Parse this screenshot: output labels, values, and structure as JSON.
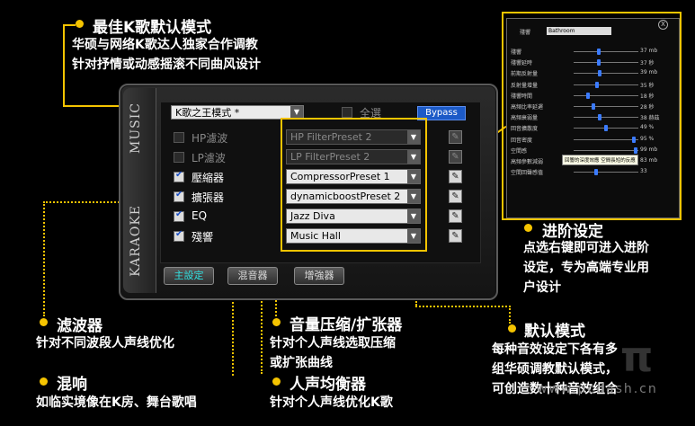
{
  "callouts": {
    "best_mode": {
      "title": "最佳K歌默认模式",
      "desc1": "华硕与网络K歌达人独家合作调教",
      "desc2": "针对抒情或动感摇滚不同曲风设计"
    },
    "advanced": {
      "title": "进阶设定",
      "desc1": "点选右键即可进入进阶",
      "desc2": "设定，专为高端专业用",
      "desc3": "户设计"
    },
    "filter": {
      "title": "滤波器",
      "desc1": "针对不同波段人声线优化"
    },
    "reverb": {
      "title": "混响",
      "desc1": "如临实境像在K房、舞台歌唱"
    },
    "compressor": {
      "title": "音量压缩/扩张器",
      "desc1": "针对个人声线选取压缩",
      "desc2": "或扩张曲线"
    },
    "eq": {
      "title": "人声均衡器",
      "desc1": "针对个人声线优化K歌"
    },
    "default_mode": {
      "title": "默认模式",
      "desc1": "每种音效设定下各有多",
      "desc2": "组华硕调教默认模式，",
      "desc3": "可创造数十种音效组合"
    }
  },
  "karaoke_panel": {
    "side_tabs": [
      "MUSIC",
      "KARAOKE"
    ],
    "mode_select": "K歌之王模式 *",
    "select_all_label": "全選",
    "bypass_label": "Bypass",
    "effects": [
      {
        "label": "HP濾波",
        "checked": false,
        "enabled": false,
        "preset": "HP FilterPreset 2"
      },
      {
        "label": "LP濾波",
        "checked": false,
        "enabled": false,
        "preset": "LP FilterPreset 2"
      },
      {
        "label": "壓縮器",
        "checked": true,
        "enabled": true,
        "preset": "CompressorPreset 1"
      },
      {
        "label": "擴張器",
        "checked": true,
        "enabled": true,
        "preset": "dynamicboostPreset 2"
      },
      {
        "label": "EQ",
        "checked": true,
        "enabled": true,
        "preset": "Jazz Diva"
      },
      {
        "label": "殘響",
        "checked": true,
        "enabled": true,
        "preset": "Music Hall"
      }
    ],
    "bottom_buttons": [
      "主設定",
      "混音器",
      "增強器"
    ],
    "edit_icon": "edit-icon"
  },
  "advanced_panel": {
    "select_label": "殘響",
    "select_value": "Bathroom",
    "close_label": "X",
    "rows": [
      {
        "label": "殘響",
        "value": "37 mb",
        "level": 0.38
      },
      {
        "label": "殘響延時",
        "value": "37 秒",
        "level": 0.38
      },
      {
        "label": "前期反射量",
        "value": "39 mb",
        "level": 0.4
      },
      {
        "label": "反射量增量",
        "value": "35 秒",
        "level": 0.36
      },
      {
        "label": "殘響時間",
        "value": "18 秒",
        "level": 0.2
      },
      {
        "label": "高頻比率延遲",
        "value": "28 秒",
        "level": 0.3
      },
      {
        "label": "高頻衰弱量",
        "value": "38 赫茲",
        "level": 0.4
      },
      {
        "label": "回音擴散度",
        "value": "49 %",
        "level": 0.5
      },
      {
        "label": "回音密度",
        "value": "95 %",
        "level": 0.95
      },
      {
        "label": "空間感",
        "value": "99 mb",
        "level": 0.99
      },
      {
        "label": "高頻參數減弱",
        "value": "83 mb",
        "level": 0.84
      },
      {
        "label": "空間回聲感值",
        "value": "33",
        "level": 0.34
      }
    ],
    "tooltip": "回響的深度效應 空間長短的反應"
  },
  "watermark": "www.pcdash.cn"
}
